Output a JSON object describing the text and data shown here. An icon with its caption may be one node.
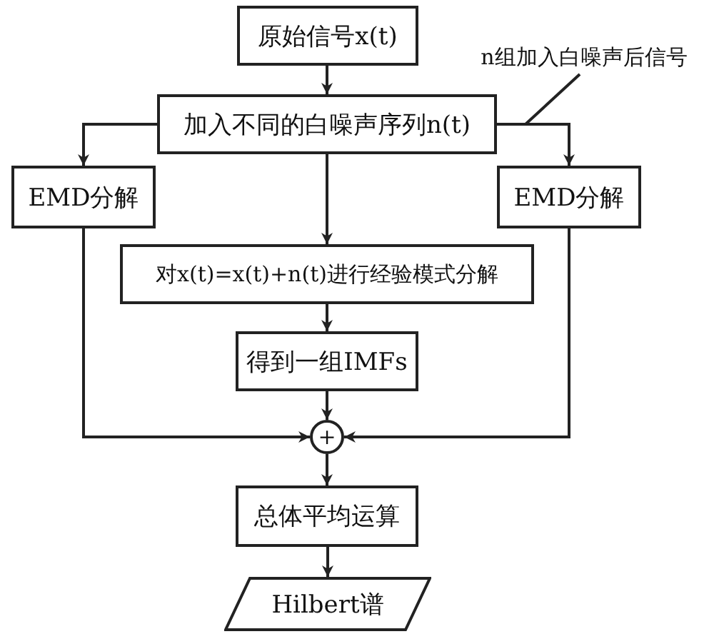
{
  "diagram": {
    "nodes": [
      {
        "text": [
          "原始信号x(t)"
        ]
      },
      {
        "text": [
          "加入不同的白噪声序列n(t)"
        ]
      },
      {
        "text": [
          "EMD分解"
        ]
      },
      {
        "text": [
          "EMD分解"
        ]
      },
      {
        "text": [
          "对x(t)=x(t)+n(t)进行经验模式分解"
        ]
      },
      {
        "text": [
          "得到一组IMFs"
        ]
      },
      {
        "text": [
          "+"
        ]
      },
      {
        "text": [
          "总体平均运算"
        ]
      },
      {
        "text": [
          "Hilbert谱"
        ]
      },
      {
        "text": [
          "n组加入白噪声后信号"
        ]
      }
    ],
    "edges": [
      {
        "from": 0,
        "to": 1,
        "arrow": "to"
      },
      {
        "from": 1,
        "to": 2,
        "arrow": "to"
      },
      {
        "from": 1,
        "to": 3,
        "arrow": "to"
      },
      {
        "from": 1,
        "to": 4,
        "arrow": "to"
      },
      {
        "from": 4,
        "to": 5,
        "arrow": "to"
      },
      {
        "from": 2,
        "to": 6,
        "arrow": "to"
      },
      {
        "from": 5,
        "to": 6,
        "arrow": "to"
      },
      {
        "from": 3,
        "to": 6,
        "arrow": "to"
      },
      {
        "from": 6,
        "to": 7,
        "arrow": "to"
      },
      {
        "from": 7,
        "to": 8,
        "arrow": "to"
      },
      {
        "from": 9,
        "to": null,
        "arrow": "none"
      }
    ]
  }
}
